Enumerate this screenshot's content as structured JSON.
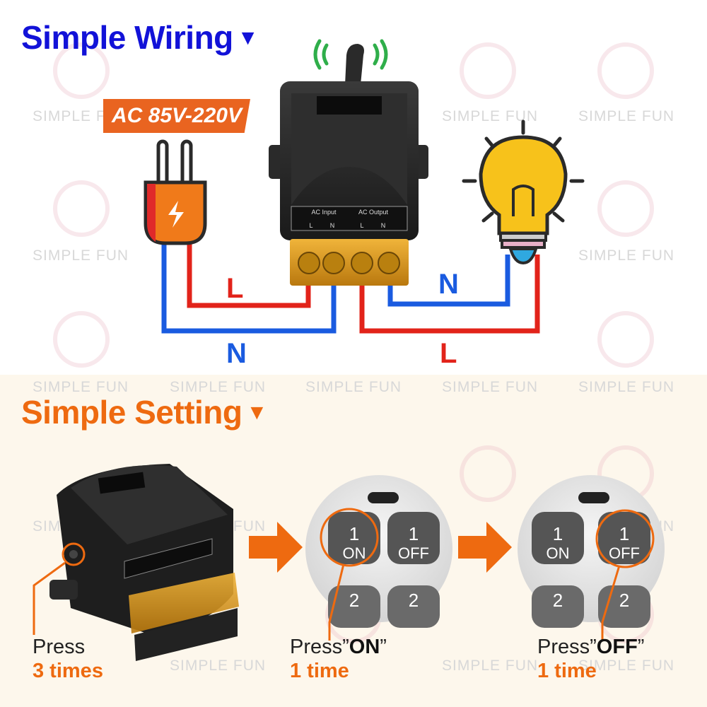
{
  "wiring": {
    "title": "Simple Wiring",
    "voltage": "AC 85V-220V",
    "terminal_input_label": "AC Input",
    "terminal_output_label": "AC Output",
    "terminal_l": "L",
    "terminal_n": "N",
    "wire_labels": {
      "input_live": "L",
      "input_neutral": "N",
      "output_neutral": "N",
      "output_live": "L"
    }
  },
  "setting": {
    "title": "Simple Setting",
    "steps": [
      {
        "line1": "Press",
        "accent": "3 times"
      },
      {
        "line1_prefix": "Press”",
        "emphasis": "ON",
        "line1_suffix": "”",
        "accent": "1 time"
      },
      {
        "line1_prefix": "Press”",
        "emphasis": "OFF",
        "line1_suffix": "”",
        "accent": "1 time"
      }
    ],
    "remote_keys": {
      "number": "1",
      "on": "ON",
      "off": "OFF",
      "number2": "2"
    }
  },
  "watermark": "SIMPLE FUN",
  "colors": {
    "blue_heading": "#1212d8",
    "orange": "#ee6a10",
    "live_wire": "#e2231a",
    "neutral_wire": "#1a5be0",
    "bulb": "#f7c21b"
  }
}
